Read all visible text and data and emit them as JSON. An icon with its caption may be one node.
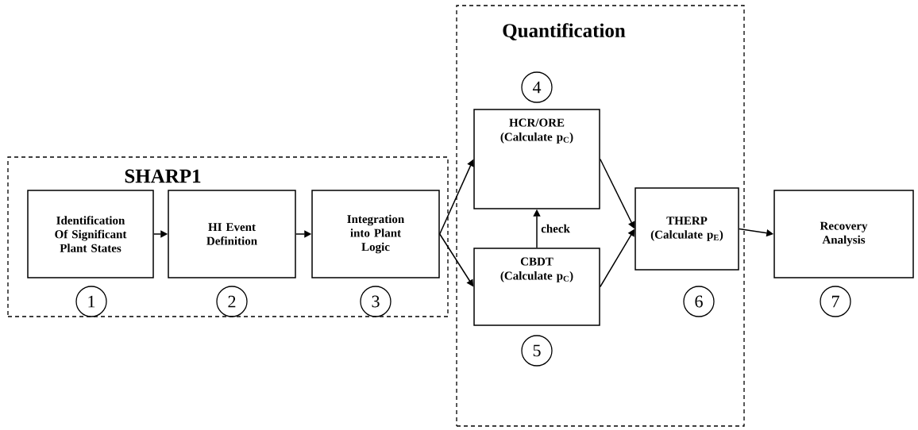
{
  "diagram": {
    "nodes": [
      {
        "text": [
          "SHARP1"
        ]
      },
      {
        "text": [
          "Quantification"
        ]
      },
      {
        "text": [
          "Identification Of Significant Plant States"
        ],
        "in": 0
      },
      {
        "text": [
          "HI Event Definition"
        ],
        "in": 0
      },
      {
        "text": [
          "Integration into Plant Logic"
        ],
        "in": 0
      },
      {
        "text": [
          "HCR/ORE (Calculate p$_{C}$)"
        ],
        "in": 1
      },
      {
        "text": [
          "CBDT (Calculate p$_{C}$)"
        ],
        "in": 1
      },
      {
        "text": [
          "THERP (Calculate p$_{E}$)"
        ],
        "in": 1
      },
      {
        "text": [
          "Recovery Analysis"
        ]
      },
      {
        "text": [
          "1"
        ],
        "in": 0
      },
      {
        "text": [
          "2"
        ],
        "in": 0
      },
      {
        "text": [
          "3"
        ],
        "in": 0
      },
      {
        "text": [
          "4"
        ],
        "in": 1
      },
      {
        "text": [
          "5"
        ],
        "in": 1
      },
      {
        "text": [
          "6"
        ],
        "in": 1
      },
      {
        "text": [
          "7"
        ]
      }
    ],
    "edges": [
      {
        "from": 2,
        "to": 3,
        "arrow": "to"
      },
      {
        "from": 3,
        "to": 4,
        "arrow": "to"
      },
      {
        "from": 4,
        "to": 5,
        "arrow": "to"
      },
      {
        "from": 4,
        "to": 6,
        "arrow": "to"
      },
      {
        "from": 6,
        "to": 5,
        "arrow": "to",
        "label": "check"
      },
      {
        "from": 5,
        "to": 7,
        "arrow": "to"
      },
      {
        "from": 6,
        "to": 7,
        "arrow": "to"
      },
      {
        "from": 7,
        "to": 8,
        "arrow": "to"
      }
    ]
  }
}
